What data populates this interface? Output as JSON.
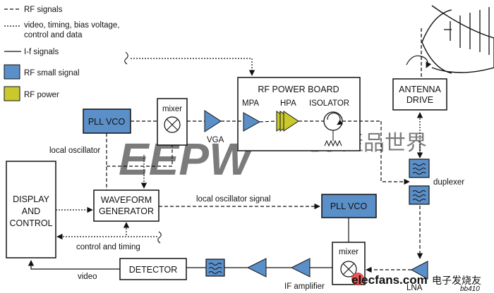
{
  "legend": {
    "rf_signals": "RF signals",
    "video_line1": "video, timing, bias voltage,",
    "video_line2": "control and data",
    "if_signals": "I-f signals",
    "rf_small_signal": "RF small signal",
    "rf_power": "RF power"
  },
  "blocks": {
    "rf_power_board": "RF POWER BOARD",
    "mpa": "MPA",
    "hpa": "HPA",
    "isolator": "ISOLATOR",
    "antenna_drive_line1": "ANTENNA",
    "antenna_drive_line2": "DRIVE",
    "pll_vco_top": "PLL VCO",
    "mixer_top": "mixer",
    "vga": "VGA",
    "duplexer": "duplexer",
    "display_line1": "DISPLAY",
    "display_line2": "AND",
    "display_line3": "CONTROL",
    "waveform_line1": "WAVEFORM",
    "waveform_line2": "GENERATOR",
    "pll_vco_bottom": "PLL VCO",
    "mixer_bottom": "mixer",
    "detector": "DETECTOR",
    "lna": "LNA"
  },
  "labels": {
    "local_oscillator": "local oscillator",
    "local_oscillator_signal": "local oscillator signal",
    "control_and_timing": "control and timing",
    "video": "video",
    "if_amplifier": "IF amplifier",
    "figure_id": "bb410"
  },
  "watermarks": {
    "eepw": "EEPW",
    "eepw_cn": "電子產品世界",
    "elecfans": "elecfans.com",
    "elecfans_cn": "电子发烧友"
  },
  "colors": {
    "rf_small": "#5b8fc8",
    "rf_power": "#c9c92e",
    "watermark_red": "#e23a3a"
  }
}
